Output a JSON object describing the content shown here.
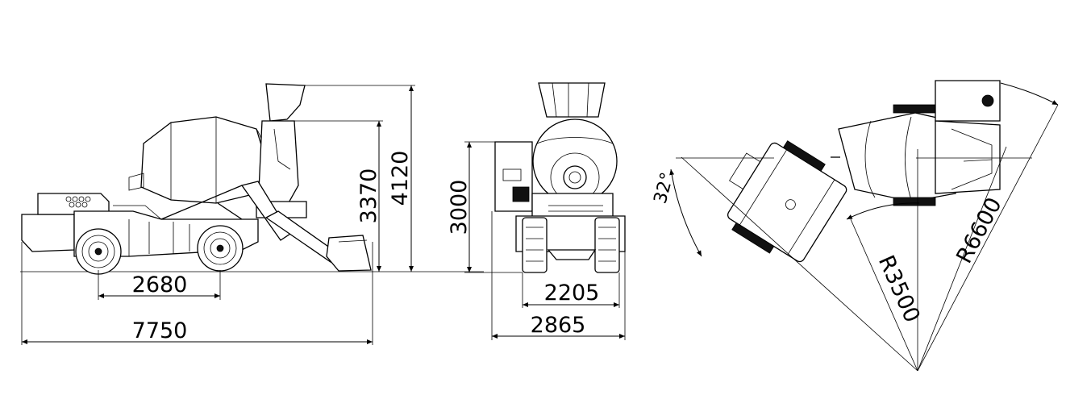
{
  "dimensions": {
    "wheelbase": "2680",
    "overall_length": "7750",
    "height_drum": "3370",
    "height_max": "4120",
    "height_front": "3000",
    "track_width": "2205",
    "overall_width": "2865",
    "turn_angle": "32°",
    "inner_radius": "R3500",
    "outer_radius": "R6600"
  }
}
